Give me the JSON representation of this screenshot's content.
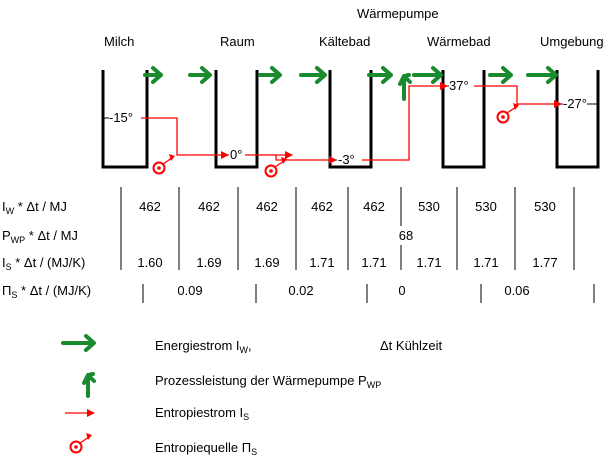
{
  "header": {
    "heat_pump_title": "Wärmepumpe",
    "columns": [
      "Milch",
      "Raum",
      "Kältebad",
      "Wärmebad",
      "Umgebung"
    ]
  },
  "temperatures": [
    "-15°",
    "0°",
    "-3°",
    "37°",
    "-27°"
  ],
  "rows": {
    "iw": {
      "label": {
        "main": "I",
        "sub": "W",
        "rest": " * Δt / MJ"
      },
      "values": [
        "462",
        "462",
        "462",
        "462",
        "462",
        "530",
        "530",
        "530"
      ]
    },
    "pwp": {
      "label": {
        "main": "P",
        "sub": "WP",
        "rest": " * Δt / MJ"
      },
      "values": [
        "68"
      ]
    },
    "is": {
      "label": {
        "main": "I",
        "sub": "S",
        "rest": " * Δt / (MJ/K)"
      },
      "values": [
        "1.60",
        "1.69",
        "1.69",
        "1.71",
        "1.71",
        "1.71",
        "1.71",
        "1.77"
      ]
    },
    "pis": {
      "label": {
        "main": "Π",
        "sub": "S",
        "rest": " * Δt / (MJ/K)"
      },
      "values": [
        "0.09",
        "0.02",
        "0",
        "0.06"
      ]
    }
  },
  "legend": {
    "energy": {
      "text": "Energiestrom I",
      "sub": "W",
      "after": ",",
      "note": "Δt Kühlzeit"
    },
    "process": {
      "text": "Prozessleistung der Wärmepumpe  P",
      "sub": "WP"
    },
    "entropy_flow": {
      "text": "Entropiestrom I",
      "sub": "S"
    },
    "entropy_source": {
      "text": "Entropiequelle Π",
      "sub": "S"
    }
  },
  "colors": {
    "green": "#1a8a2e",
    "red": "#ff0000",
    "black": "#000000"
  }
}
